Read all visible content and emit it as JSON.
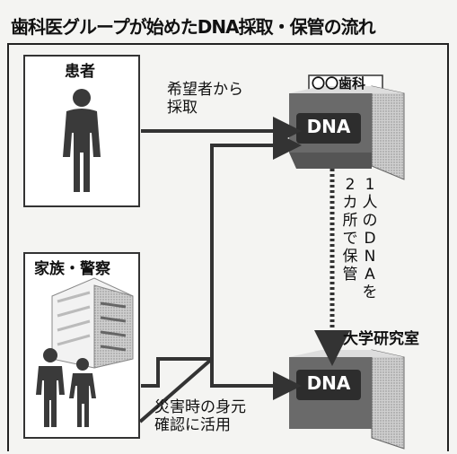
{
  "title": "歯科医グループが始めたDNA採取・保管の流れ",
  "patient_box": {
    "label": "患者"
  },
  "family_box": {
    "label": "家族・警察"
  },
  "arrow_collect": {
    "line1": "希望者から",
    "line2": "採取"
  },
  "arrow_disaster": {
    "line1": "災害時の身元",
    "line2": "確認に活用"
  },
  "dental_clinic": {
    "sign": "〇〇歯科",
    "dna": "DNA"
  },
  "university_lab": {
    "label": "大学研究室",
    "dna": "DNA"
  },
  "storage_note": {
    "col1": "1人のDNAを",
    "col2": "2カ所で保管"
  },
  "colors": {
    "box_border": "#333333",
    "arrow": "#333333",
    "dna_bg": "#2d2d2d",
    "text": "#111111"
  }
}
